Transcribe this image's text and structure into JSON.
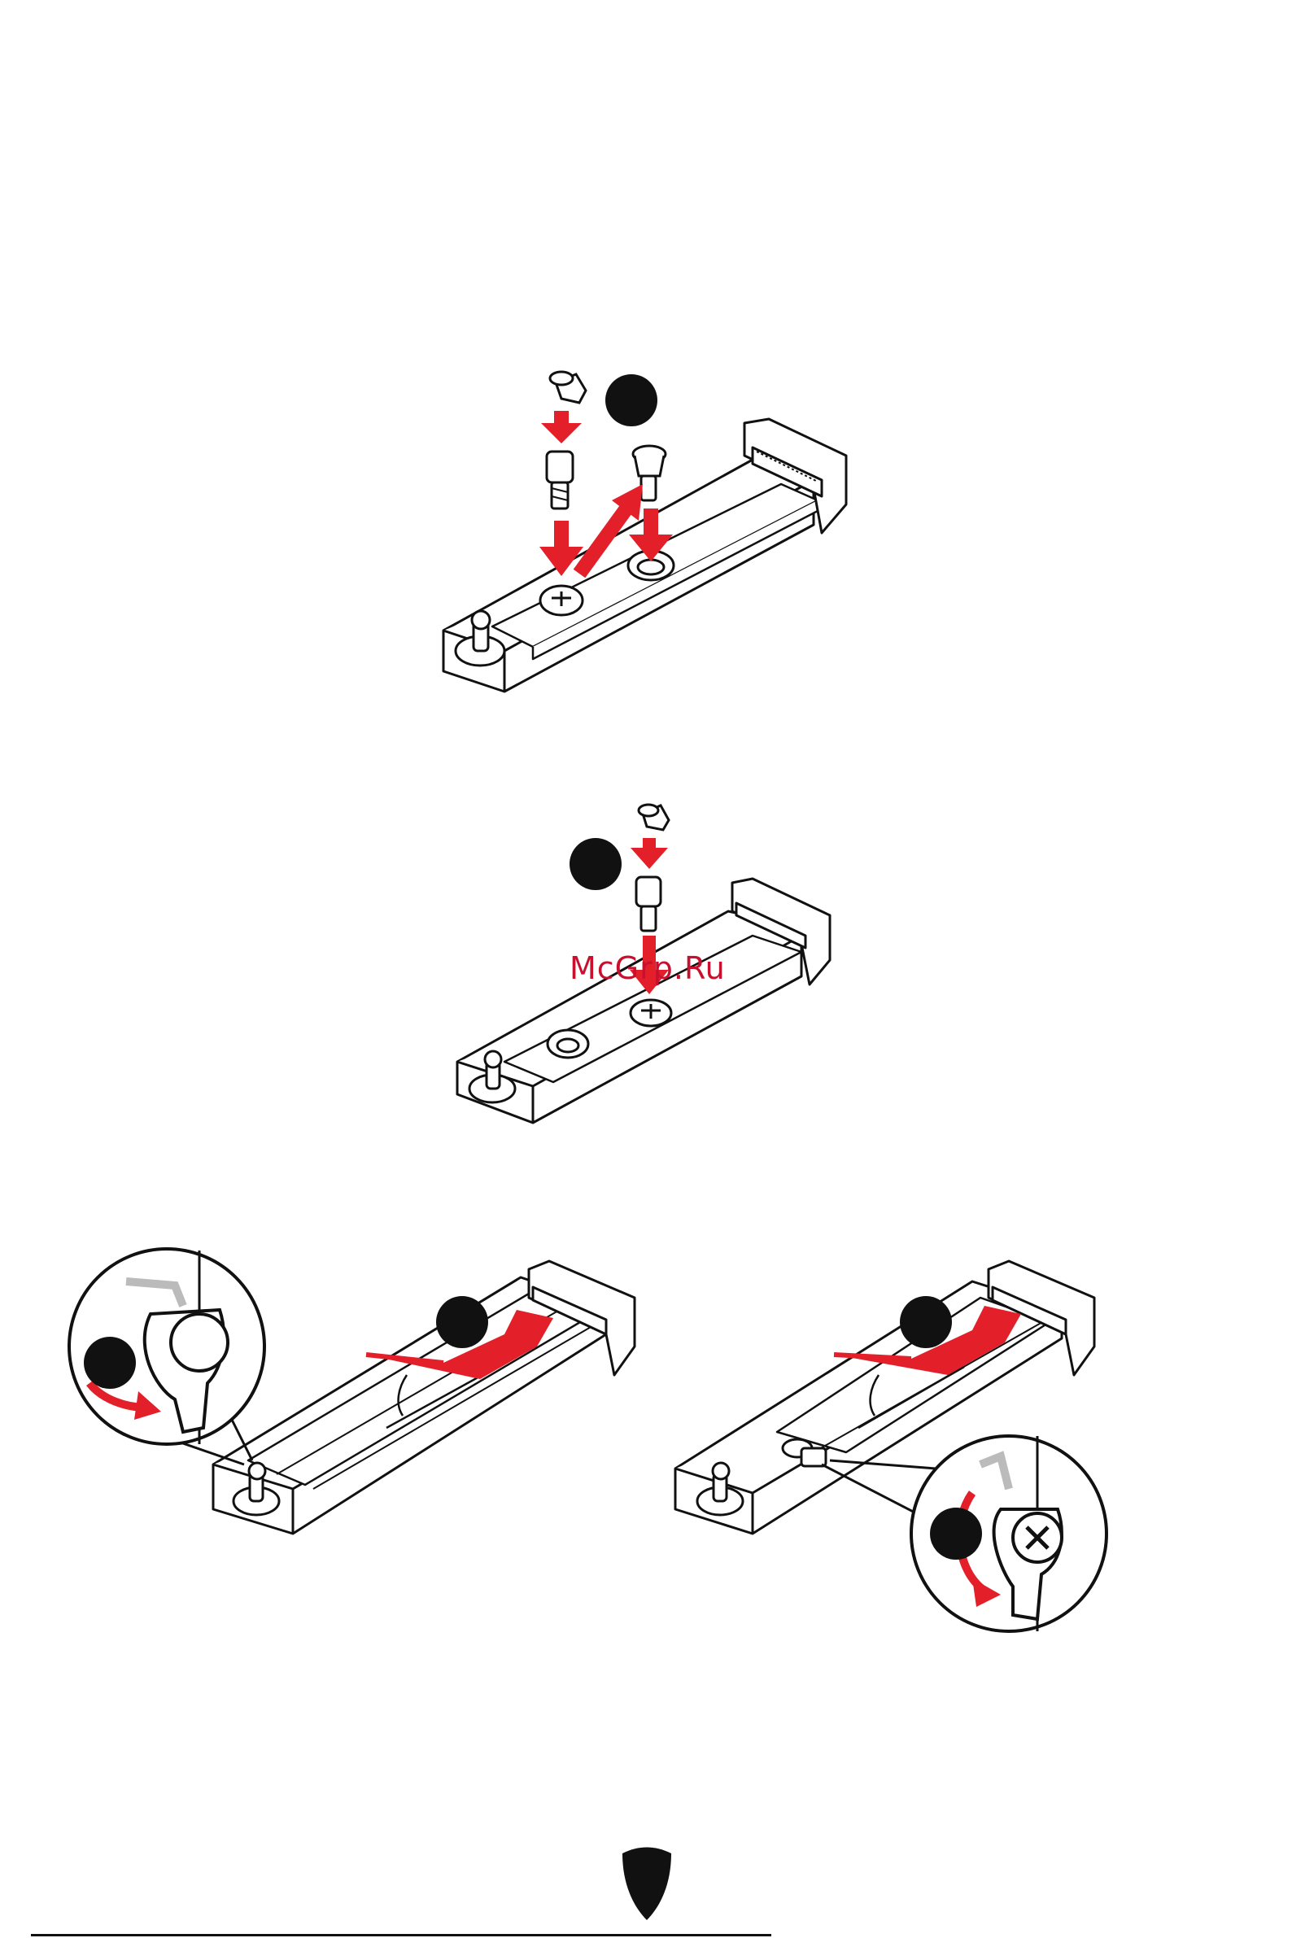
{
  "watermark": {
    "text": "McGrp.Ru"
  },
  "colors": {
    "accent": "#e3202a",
    "ink": "#111111",
    "board_fill": "#ffffff",
    "badge": "#111111"
  },
  "steps": [
    {
      "id": "remove-standoff",
      "badges": 1
    },
    {
      "id": "install-standoff",
      "badges": 1
    },
    {
      "id": "insert-ssd-left",
      "badges": 2
    },
    {
      "id": "insert-ssd-right",
      "badges": 2
    }
  ],
  "footer": {
    "logo_icon": "msi-shield-icon"
  }
}
